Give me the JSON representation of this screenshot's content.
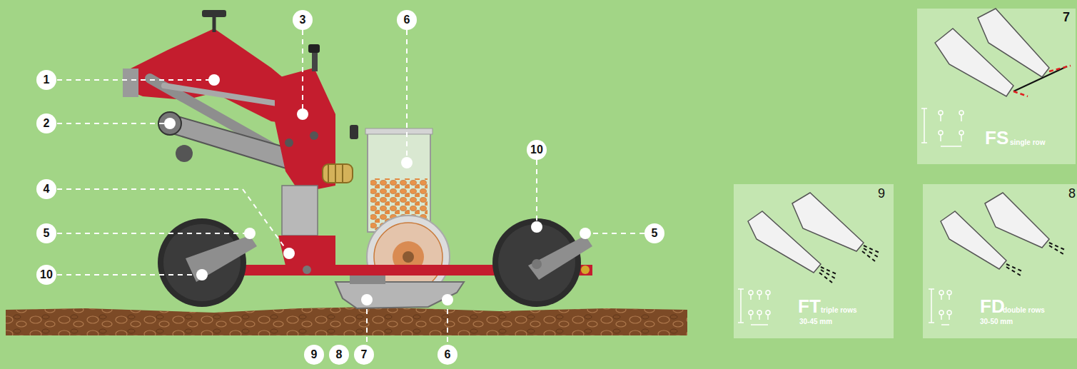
{
  "diagram": {
    "nodes": [
      {
        "text": [
          "7",
          "FS",
          "single row"
        ]
      },
      {
        "text": [
          "9",
          "FT",
          "triple rows",
          "30-45 mm"
        ]
      },
      {
        "text": [
          "8",
          "FD",
          "double rows",
          "30-50 mm"
        ]
      }
    ],
    "labels": [
      "3",
      "6",
      "1",
      "2",
      "10",
      "4",
      "5",
      "5",
      "10",
      "9",
      "8",
      "7",
      "6"
    ]
  }
}
